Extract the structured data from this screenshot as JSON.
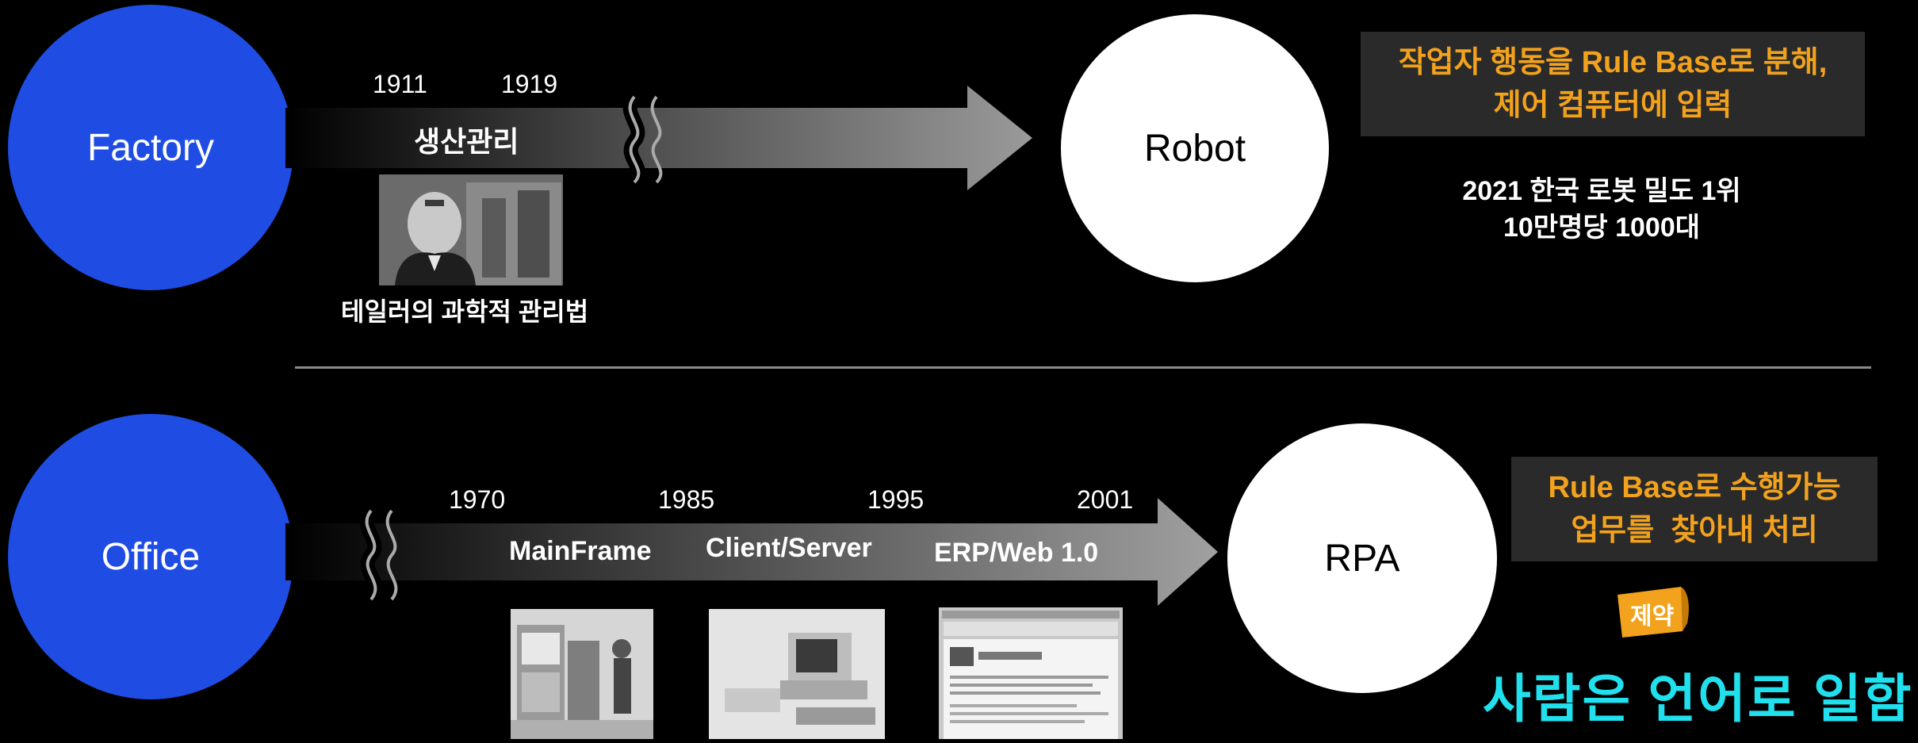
{
  "top": {
    "circle_label": "Factory",
    "years": [
      "1911",
      "1919"
    ],
    "arrow_label": "생산관리",
    "photo_caption": "테일러의 과학적 관리법",
    "target_label": "Robot",
    "callout_lines": [
      "작업자 행동을 Rule Base로 분해,",
      "제어 컴퓨터에 입력"
    ],
    "stat_lines": [
      "2021 한국 로봇 밀도 1위",
      "10만명당 1000대"
    ]
  },
  "bottom": {
    "circle_label": "Office",
    "years": [
      "1970",
      "1985",
      "1995",
      "2001"
    ],
    "eras": [
      "MainFrame",
      "Client/Server",
      "ERP/Web 1.0"
    ],
    "target_label": "RPA",
    "callout_lines": [
      "Rule Base로 수행가능",
      "업무를  찾아내 처리"
    ],
    "constraint_tag": "제약",
    "highlight": "사람은 언어로 일함"
  },
  "colors": {
    "circle_blue": "#1f4de3",
    "accent_orange": "#f2a21c",
    "highlight_cyan": "#20e0ee"
  }
}
